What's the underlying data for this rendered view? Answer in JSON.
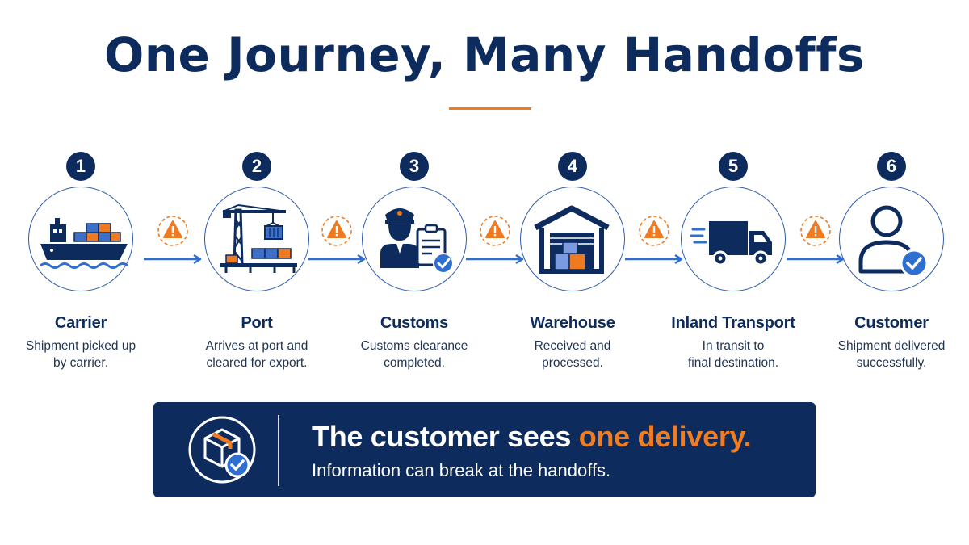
{
  "title": "One Journey, Many Handoffs",
  "colors": {
    "navy": "#0d2b5c",
    "accent_orange": "#ee7b22",
    "arrow_blue": "#2f6fd0",
    "check_blue": "#2f6fd0",
    "crate_blue": "#3d6fc9",
    "crate_orange": "#ee7b22"
  },
  "steps": [
    {
      "number": "1",
      "label": "Carrier",
      "description": "Shipment picked up\nby carrier.",
      "icon": "cargo-ship-icon"
    },
    {
      "number": "2",
      "label": "Port",
      "description": "Arrives at port and\ncleared for export.",
      "icon": "port-crane-icon"
    },
    {
      "number": "3",
      "label": "Customs",
      "description": "Customs clearance\ncompleted.",
      "icon": "customs-officer-icon"
    },
    {
      "number": "4",
      "label": "Warehouse",
      "description": "Received and\nprocessed.",
      "icon": "warehouse-icon"
    },
    {
      "number": "5",
      "label": "Inland Transport",
      "description": "In transit to\nfinal destination.",
      "icon": "delivery-truck-icon"
    },
    {
      "number": "6",
      "label": "Customer",
      "description": "Shipment delivered\nsuccessfully.",
      "icon": "customer-icon"
    }
  ],
  "handoff_icon": "warning-icon",
  "banner": {
    "headline_prefix": "The customer sees ",
    "headline_highlight": "one delivery.",
    "subtext": "Information can break at the handoffs.",
    "icon": "package-check-icon"
  }
}
